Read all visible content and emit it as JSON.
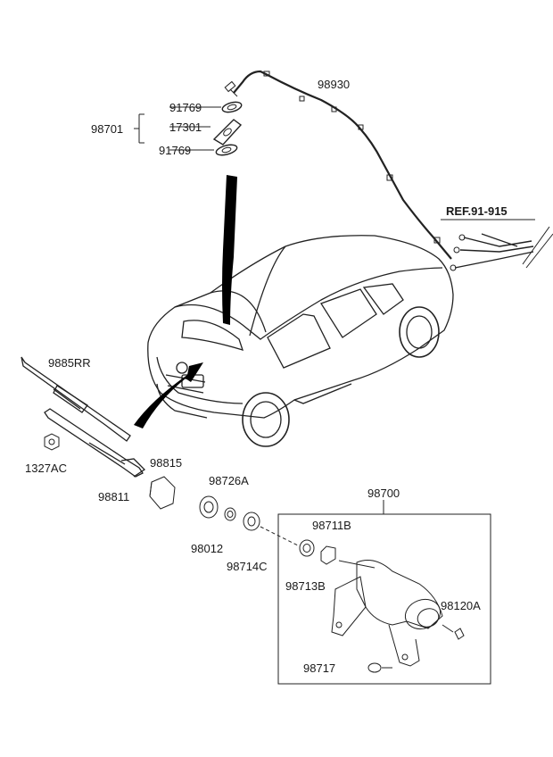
{
  "diagram": {
    "callouts": {
      "p98930": "98930",
      "p91769_top": "91769",
      "p17301": "17301",
      "p98701": "98701",
      "p91769_bottom": "91769",
      "ref": "REF.91-915",
      "p9885RR": "9885RR",
      "p1327AC": "1327AC",
      "p98815": "98815",
      "p98811": "98811",
      "p98726A": "98726A",
      "p98700": "98700",
      "p98012": "98012",
      "p98711B": "98711B",
      "p98714C": "98714C",
      "p98713B": "98713B",
      "p98120A": "98120A",
      "p98717": "98717"
    }
  }
}
